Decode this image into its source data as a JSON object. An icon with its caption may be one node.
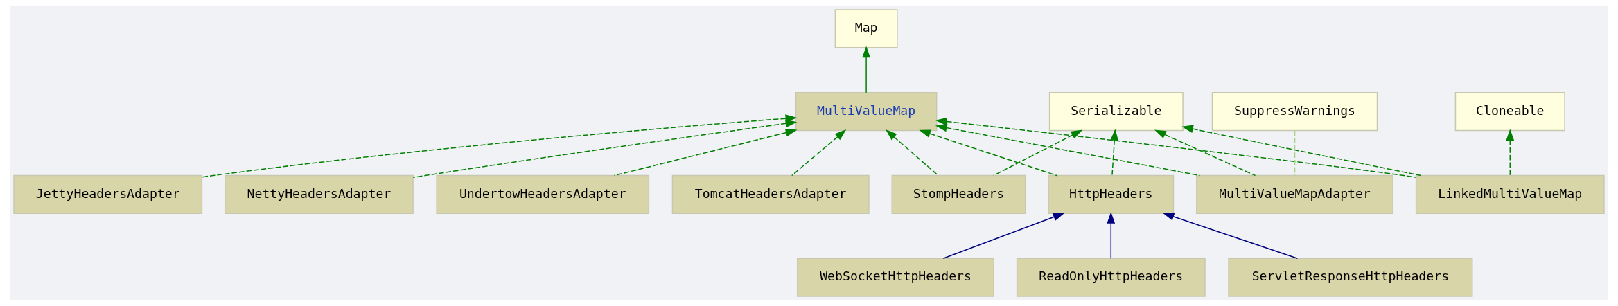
{
  "diagram": {
    "nodes": [
      {
        "text": [
          "Map"
        ]
      },
      {
        "text": [
          "MultiValueMap"
        ]
      },
      {
        "text": [
          "Serializable"
        ]
      },
      {
        "text": [
          "SuppressWarnings"
        ]
      },
      {
        "text": [
          "Cloneable"
        ]
      },
      {
        "text": [
          "JettyHeadersAdapter"
        ]
      },
      {
        "text": [
          "NettyHeadersAdapter"
        ]
      },
      {
        "text": [
          "UndertowHeadersAdapter"
        ]
      },
      {
        "text": [
          "TomcatHeadersAdapter"
        ]
      },
      {
        "text": [
          "StompHeaders"
        ]
      },
      {
        "text": [
          "HttpHeaders"
        ]
      },
      {
        "text": [
          "MultiValueMapAdapter"
        ]
      },
      {
        "text": [
          "LinkedMultiValueMap"
        ]
      },
      {
        "text": [
          "WebSocketHttpHeaders"
        ]
      },
      {
        "text": [
          "ReadOnlyHttpHeaders"
        ]
      },
      {
        "text": [
          "ServletResponseHttpHeaders"
        ]
      }
    ],
    "edges": [
      {
        "from": 1,
        "to": 0,
        "arrow": "to"
      },
      {
        "from": 5,
        "to": 1,
        "arrow": "to",
        "style": "dashed"
      },
      {
        "from": 6,
        "to": 1,
        "arrow": "to",
        "style": "dashed"
      },
      {
        "from": 7,
        "to": 1,
        "arrow": "to",
        "style": "dashed"
      },
      {
        "from": 8,
        "to": 1,
        "arrow": "to",
        "style": "dashed"
      },
      {
        "from": 9,
        "to": 1,
        "arrow": "to",
        "style": "dashed"
      },
      {
        "from": 10,
        "to": 1,
        "arrow": "to",
        "style": "dashed"
      },
      {
        "from": 11,
        "to": 1,
        "arrow": "to",
        "style": "dashed"
      },
      {
        "from": 12,
        "to": 1,
        "arrow": "to",
        "style": "dashed"
      },
      {
        "from": 9,
        "to": 2,
        "arrow": "to",
        "style": "dashed"
      },
      {
        "from": 10,
        "to": 2,
        "arrow": "to",
        "style": "dashed"
      },
      {
        "from": 11,
        "to": 2,
        "arrow": "to",
        "style": "dashed"
      },
      {
        "from": 12,
        "to": 2,
        "arrow": "to",
        "style": "dashed"
      },
      {
        "from": 3,
        "to": 11,
        "arrow": "none",
        "style": "dashed",
        "color": "#a8d08a"
      },
      {
        "from": 12,
        "to": 4,
        "arrow": "to",
        "style": "dashed"
      },
      {
        "from": 13,
        "to": 10,
        "arrow": "to",
        "color": "#000080"
      },
      {
        "from": 14,
        "to": 10,
        "arrow": "to",
        "color": "#000080"
      },
      {
        "from": 15,
        "to": 10,
        "arrow": "to",
        "color": "#000080"
      }
    ]
  }
}
